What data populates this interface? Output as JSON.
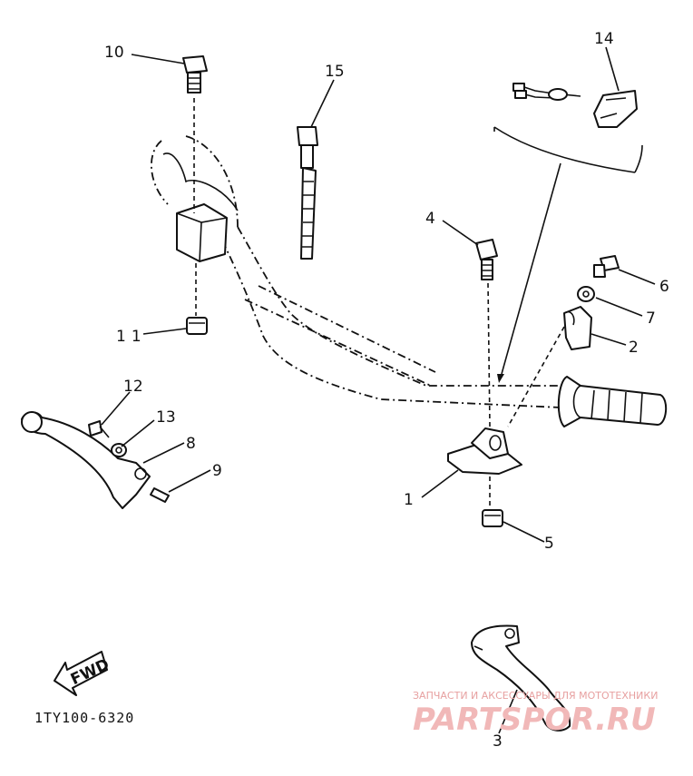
{
  "callouts": {
    "c1": "1",
    "c2": "2",
    "c3": "3",
    "c4": "4",
    "c5": "5",
    "c6": "6",
    "c7": "7",
    "c8": "8",
    "c9": "9",
    "c10": "10",
    "c11": "11",
    "c12": "12",
    "c13": "13",
    "c14": "14",
    "c15": "15"
  },
  "fwd_label": "FWD",
  "drawing_code": "1TY100-6320",
  "watermark": {
    "tagline": "ЗАПЧАСТИ И АКСЕССУАРЫ ДЛЯ МОТОТЕХНИКИ",
    "brand": "PARTSPOR.RU"
  }
}
